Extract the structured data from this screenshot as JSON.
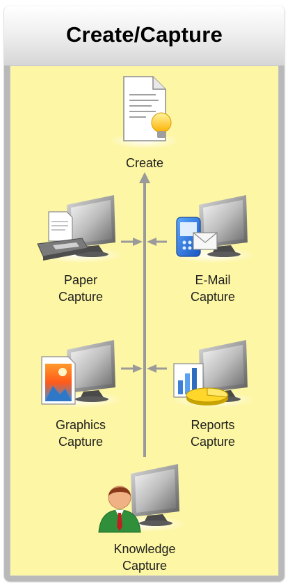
{
  "header": {
    "title": "Create/Capture"
  },
  "nodes": {
    "create": {
      "label": "Create",
      "icon": "document-lightbulb-icon"
    },
    "paper": {
      "label": "Paper\nCapture",
      "icon": "monitor-scanner-icon"
    },
    "email": {
      "label": "E-Mail\nCapture",
      "icon": "monitor-mobile-envelope-icon"
    },
    "graphics": {
      "label": "Graphics\nCapture",
      "icon": "monitor-image-icon"
    },
    "reports": {
      "label": "Reports\nCapture",
      "icon": "monitor-chart-icon"
    },
    "knowledge": {
      "label": "Knowledge\nCapture",
      "icon": "monitor-person-icon"
    }
  },
  "colors": {
    "panel_background": "#fdf6a4",
    "connector": "#9a9a9a",
    "title": "#000000"
  }
}
